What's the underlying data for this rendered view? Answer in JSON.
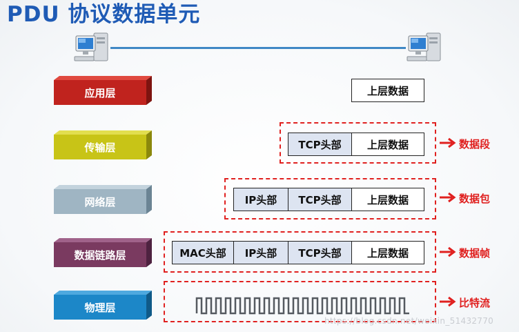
{
  "title": "PDU 协议数据单元",
  "layers": [
    {
      "name": "应用层",
      "color": "#c0231e",
      "top": "#e0493f",
      "side": "#7e1410"
    },
    {
      "name": "传输层",
      "color": "#c8c417",
      "top": "#e2de4f",
      "side": "#8b880c"
    },
    {
      "name": "网络层",
      "color": "#9fb5c3",
      "top": "#c3d3dd",
      "side": "#6b8494"
    },
    {
      "name": "数据链路层",
      "color": "#7a3a60",
      "top": "#a0628a",
      "side": "#4e2240"
    },
    {
      "name": "物理层",
      "color": "#1c87c8",
      "top": "#4ea9df",
      "side": "#105a88"
    }
  ],
  "fields": {
    "upper_data": "上层数据",
    "tcp_header": "TCP头部",
    "ip_header": "IP头部",
    "mac_header": "MAC头部"
  },
  "pdu_names": {
    "segment": "数据段",
    "packet": "数据包",
    "frame": "数据帧",
    "bitstream": "比特流"
  },
  "watermark": "https://blog.csdn.net/weixin_51432770",
  "colors": {
    "accent_red": "#e0201f",
    "title_blue": "#1f5bb5",
    "header_fill": "#dde4f1"
  }
}
